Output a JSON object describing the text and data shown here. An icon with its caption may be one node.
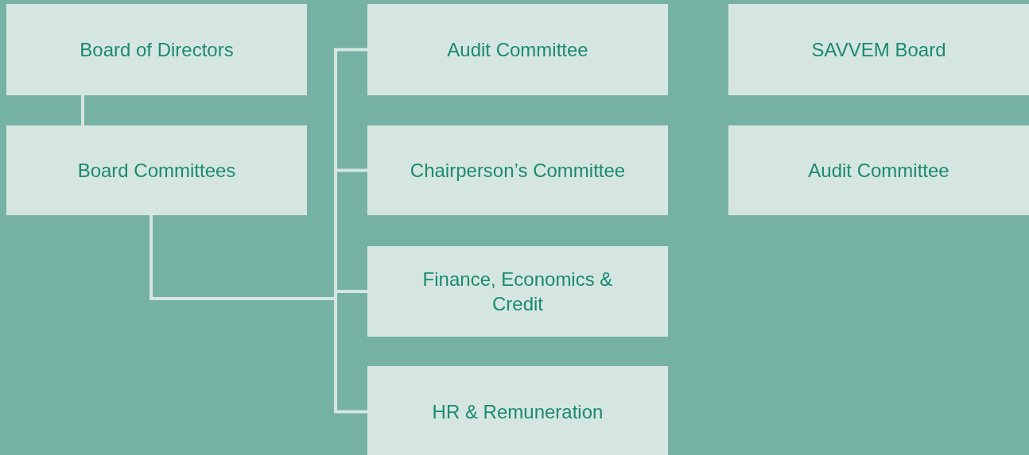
{
  "diagram": {
    "nodes": [
      {
        "text": [
          "Board of Directors"
        ]
      },
      {
        "text": [
          "Board Committees"
        ]
      },
      {
        "text": [
          "Audit Committee"
        ]
      },
      {
        "text": [
          "Chairperson’s Committee"
        ]
      },
      {
        "text": [
          "Finance, Economics & Credit"
        ]
      },
      {
        "text": [
          "HR & Remuneration"
        ]
      },
      {
        "text": [
          "SAVVEM Board"
        ]
      },
      {
        "text": [
          "Audit Committee"
        ]
      }
    ],
    "edges": [
      {
        "from": 0,
        "to": 1,
        "arrow": "none"
      },
      {
        "from": 1,
        "to": 2,
        "arrow": "none"
      },
      {
        "from": 1,
        "to": 3,
        "arrow": "none"
      },
      {
        "from": 1,
        "to": 4,
        "arrow": "none"
      },
      {
        "from": 1,
        "to": 5,
        "arrow": "none"
      }
    ]
  }
}
